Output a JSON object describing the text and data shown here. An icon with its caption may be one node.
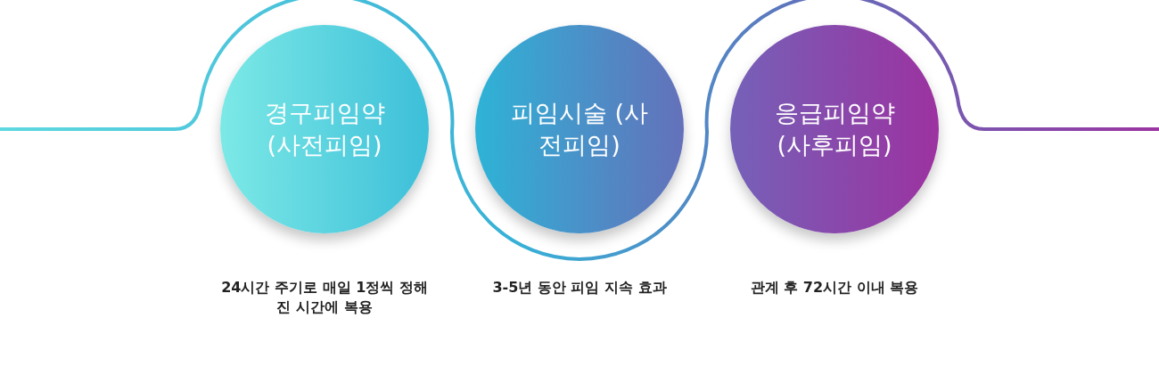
{
  "diagram": {
    "nodes": [
      {
        "text": [
          "경구피임약 (사전피임)"
        ],
        "beside": [
          "24시간 주기로 매일 1정씩 정해진 시간에 복용"
        ]
      },
      {
        "text": [
          "피임시술 (사전피임)"
        ],
        "beside": [
          "3-5년 동안 피임 지속 효과"
        ]
      },
      {
        "text": [
          "응급피임약 (사후피임)"
        ],
        "beside": [
          "관계 후 72시간 이내 복용"
        ]
      }
    ]
  }
}
